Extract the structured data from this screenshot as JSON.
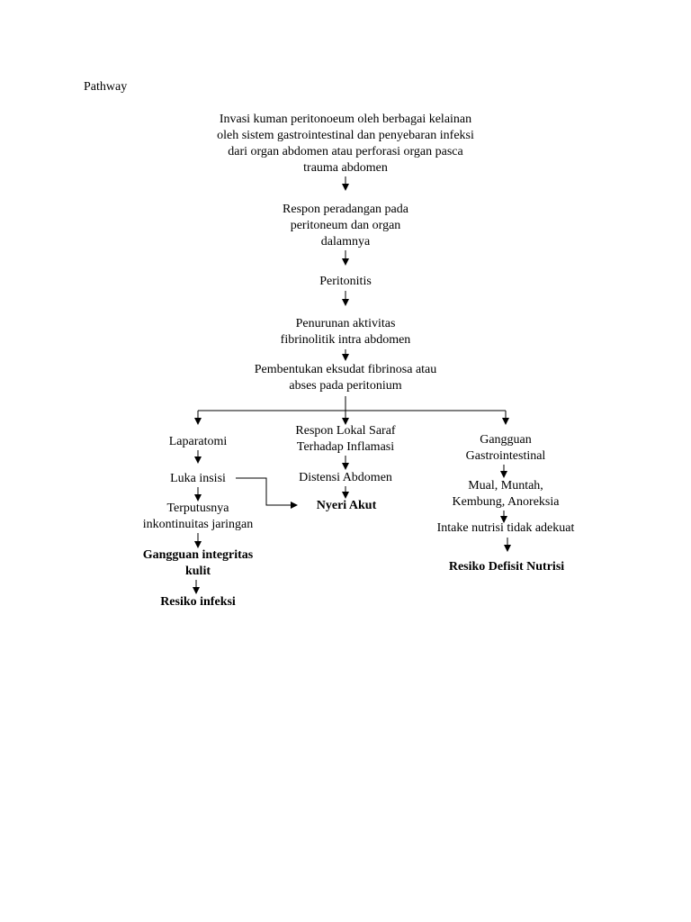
{
  "page": {
    "heading": "Pathway"
  },
  "nodes": {
    "invasi": "Invasi kuman peritonoeum oleh berbagai kelainan\noleh sistem gastrointestinal dan penyebaran infeksi\ndari organ abdomen atau perforasi organ pasca\ntrauma abdomen",
    "respon_peradangan": "Respon peradangan pada\nperitoneum dan organ\ndalamnya",
    "peritonitis": "Peritonitis",
    "penurunan": "Penurunan aktivitas\nfibrinolitik intra abdomen",
    "pembentukan": "Pembentukan eksudat fibrinosa atau\nabses pada peritonium",
    "laparatomi": "Laparatomi",
    "luka_insisi": "Luka insisi",
    "terputusnya": "Terputusnya\ninkontinuitas jaringan",
    "gangguan_integritas": "Gangguan integritas\nkulit",
    "resiko_infeksi": "Resiko infeksi",
    "respon_lokal": "Respon Lokal Saraf\nTerhadap Inflamasi",
    "distensi": "Distensi Abdomen",
    "nyeri_akut": "Nyeri Akut",
    "gangguan_gi": "Gangguan\nGastrointestinal",
    "mual": "Mual, Muntah,\nKembung, Anoreksia",
    "intake": "Intake nutrisi tidak adekuat",
    "resiko_defisit": "Resiko Defisit Nutrisi"
  }
}
